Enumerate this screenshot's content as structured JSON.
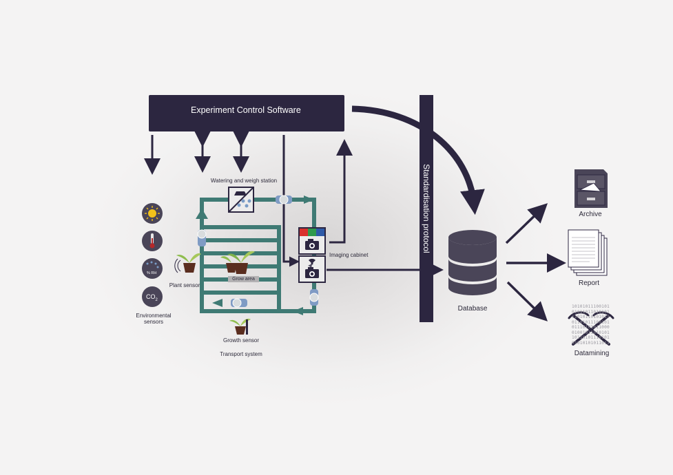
{
  "software": {
    "title": "Experiment Control Software"
  },
  "protocol": {
    "label": "Standardisation protocol"
  },
  "station": {
    "watering": "Watering and weigh station",
    "imaging": "Imaging cabinet",
    "grow_area": "Grow area",
    "plant_sensor": "Plant sensor",
    "growth_sensor": "Growth sensor",
    "transport": "Transport system"
  },
  "environment": {
    "label_line1": "Environmental",
    "label_line2": "sensors",
    "humidity": "% RH",
    "co2_main": "CO",
    "co2_sub": "2"
  },
  "database": {
    "label": "Database"
  },
  "outputs": {
    "archive": "Archive",
    "report": "Report",
    "datamining": "Datamining"
  },
  "binary": {
    "r1": "10101011100101",
    "r2": "01011011010101",
    "r3": "11010110101011",
    "r4": "01101011100101",
    "r5": "01110101011000",
    "r6": "01001011010101",
    "r7": "10110101110101",
    "r8": "01010101011011"
  },
  "colors": {
    "dark": "#2c2640",
    "track": "#3f7a74",
    "track_node": "#7f9bc4",
    "sun": "#f2c21a",
    "thermo": "#b4282a"
  },
  "icons": [
    "monitor-icon",
    "scientist-icon",
    "sun-icon",
    "thermometer-icon",
    "humidity-icon",
    "co2-icon",
    "plant-icon",
    "camera-icon",
    "database-icon",
    "archive-icon",
    "report-icon",
    "datamining-icon"
  ]
}
